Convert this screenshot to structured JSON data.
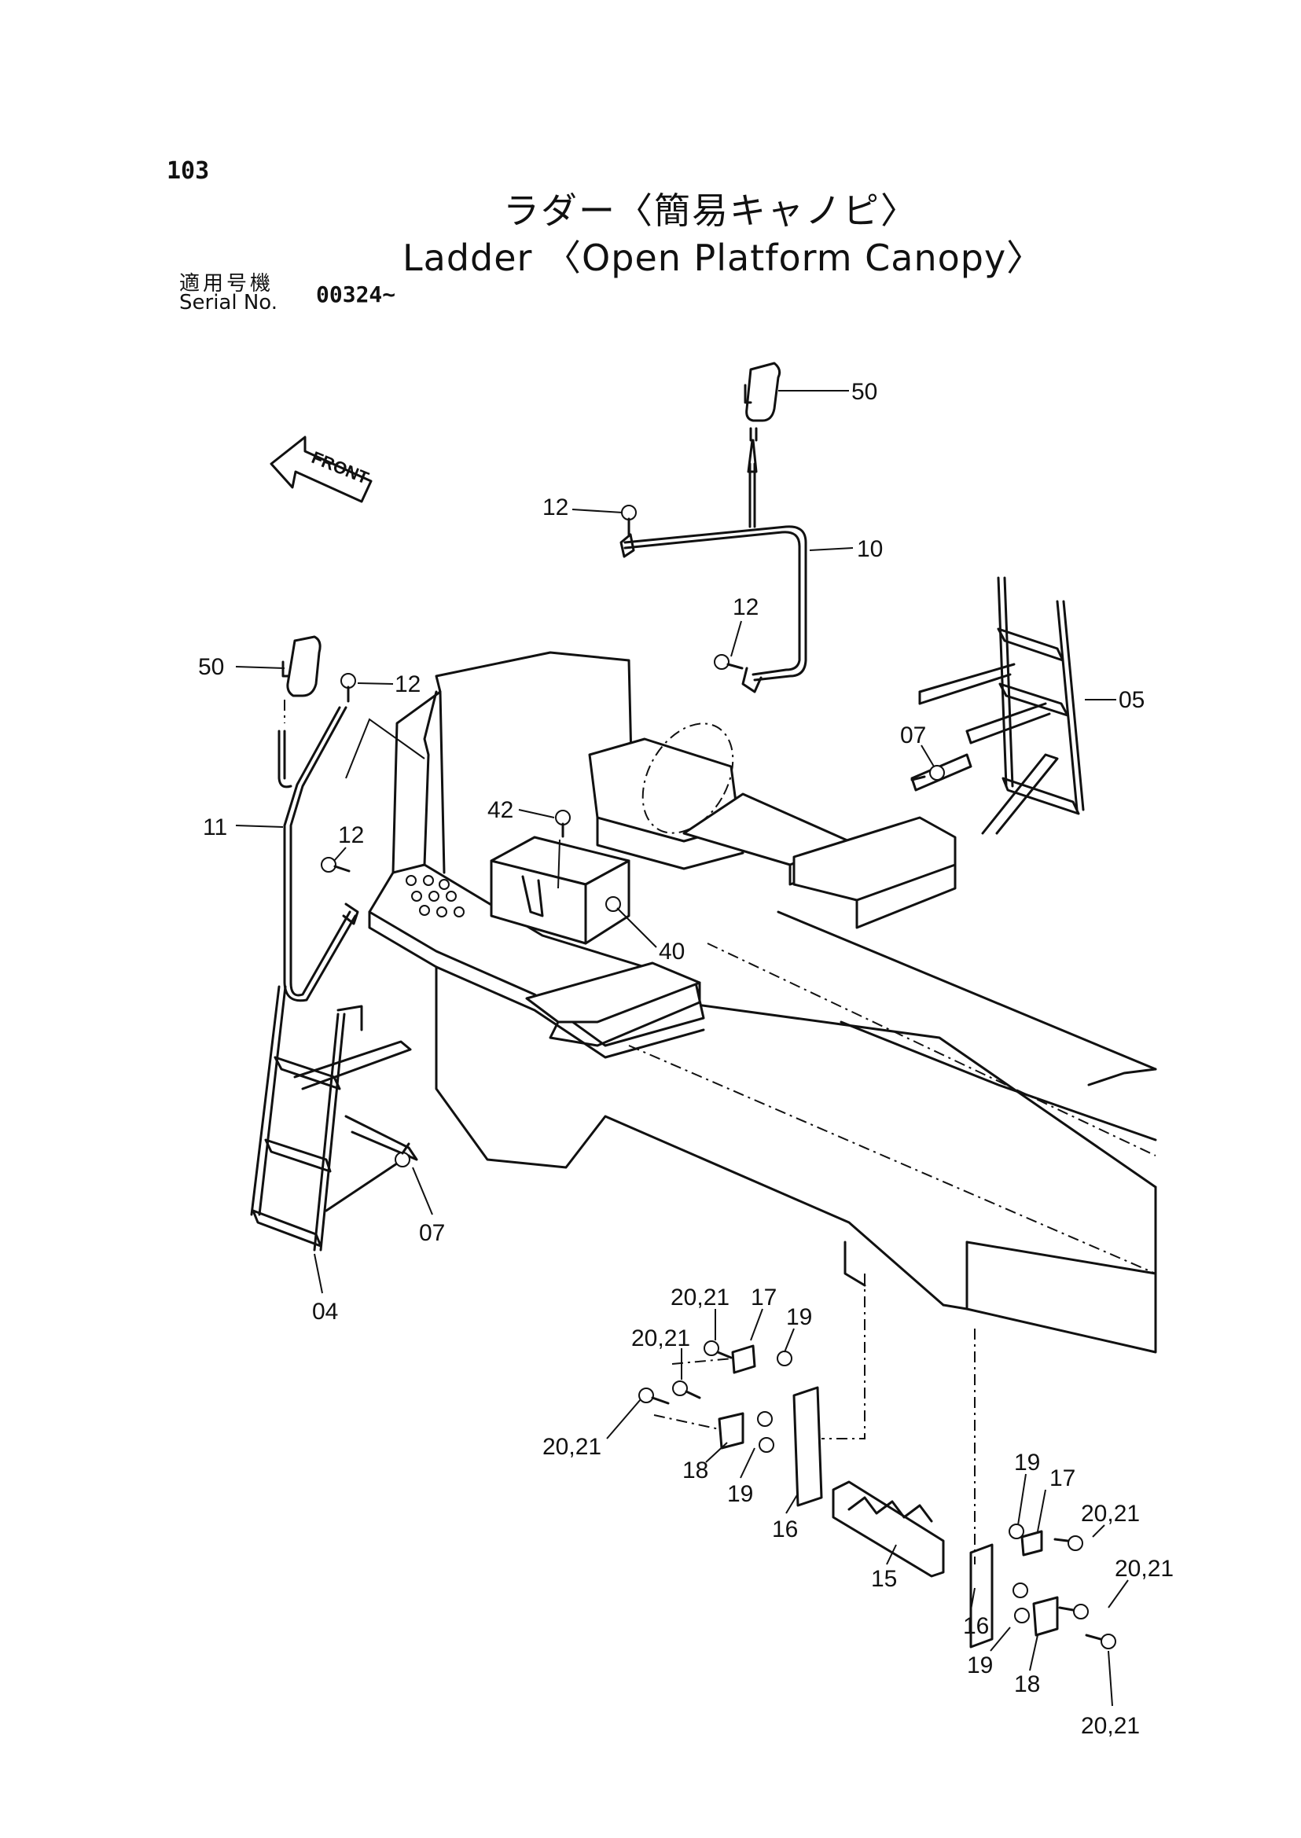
{
  "header": {
    "page_number": "103",
    "title_jp": "ラダー〈簡易キャノピ〉",
    "title_en": "Ladder 〈Open Platform Canopy〉",
    "serial_label_jp": "適用号機",
    "serial_label_en": "Serial No.",
    "serial_value": "00324~"
  },
  "diagram": {
    "front_marker": "FRONT",
    "callouts": {
      "mirror_right": "50",
      "mirror_left": "50",
      "handrail_right": "10",
      "handrail_left": "11",
      "bolt_top": "12",
      "bolt_right_rail": "12",
      "bolt_left_top": "12",
      "bolt_left_low": "12",
      "ladder_right": "05",
      "bolt_ladder_right": "07",
      "bolt_ladder_left": "07",
      "ladder_left": "04",
      "bolt_toolbox": "42",
      "toolbox": "40",
      "bolt_a": "20,21",
      "bolt_b": "20,21",
      "bolt_c": "20,21",
      "bracket_17_left": "17",
      "spacer_19_top": "19",
      "plate_18_left": "18",
      "spacer_19_left": "19",
      "plate_16_left": "16",
      "step_15": "15",
      "plate_16_right": "16",
      "spacer_19_right_top": "19",
      "bracket_17_right": "17",
      "bolt_d": "20,21",
      "bolt_e": "20,21",
      "spacer_19_right_low": "19",
      "plate_18_right": "18",
      "bolt_f": "20,21"
    }
  }
}
